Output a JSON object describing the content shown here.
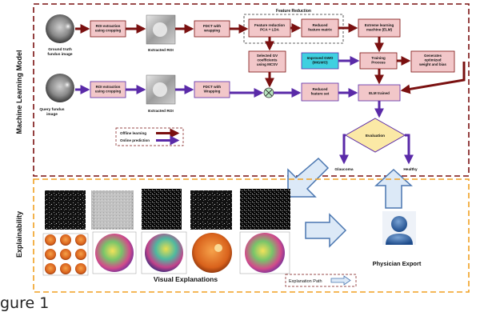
{
  "figure_caption": "gure 1",
  "sections": {
    "ml_label": "Machine  Learning Model",
    "xai_label": "Explainability",
    "feature_reduction_title": "Feature Reduction"
  },
  "images": {
    "ground_truth": "Ground truth\nfundus image",
    "extracted_roi_top": "Extracted ROI",
    "query": "Query  fundus\nimage",
    "extracted_roi_bottom": "Extracted ROI"
  },
  "boxes": {
    "roi_top": "ROI extraction\nusing cropping",
    "fdct_top": "FDCT with\nwrapping",
    "feat_red": "Feature reduction\nPCA + LDA",
    "reduced_matrix": "Reduced\nfeature matrix",
    "elm": "Extreme learning\nmachine (ELM)",
    "selected_gv": "Selected GV\ncoefficients\nusing MCSV",
    "igwo": "Improved GWO\n(IMGWO)",
    "training": "Training\nProcess",
    "generates": "Generates\noptimized\nweight and bias",
    "roi_bottom": "ROI extraction\nusing cropping",
    "fdct_bottom": "FDCT with\nWrapping",
    "reduced_set": "Reduced\nfeature set",
    "elm_trained": "ELM trained",
    "evaluation": "Evaluation"
  },
  "outputs": {
    "glaucoma": "Glaucoma",
    "healthy": "Healthy"
  },
  "legend": {
    "offline": "Offline learning",
    "online": "Online prediction"
  },
  "explain": {
    "visual_title": "Visual Explanations",
    "path_label": "Explanation Path",
    "physician": "Physician Export"
  },
  "colors": {
    "dark_red": "#7a1010",
    "purple": "#5a2aa8",
    "pink_box": "#f2c7c9",
    "cyan_box": "#3fd0e0",
    "evaluation_fill": "#fbe9a6",
    "xai_border": "#f0a020",
    "arrow_fill": "#dce9f7",
    "arrow_stroke": "#4a76b0"
  }
}
